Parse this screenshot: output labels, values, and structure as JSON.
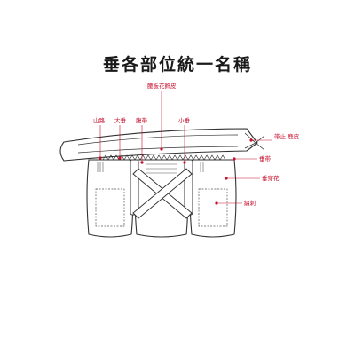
{
  "title": "垂各部位統一名稱",
  "labels": {
    "l1": "腰板花飾皮",
    "l2": "山路",
    "l3": "大垂",
    "l4": "腹帯",
    "l5": "小垂",
    "l6": "帯止 鹿皮",
    "l7": "垂帯",
    "l8": "垂穿花",
    "l9": "繡刺"
  },
  "colors": {
    "accent": "#c8102e",
    "line": "#333333"
  }
}
